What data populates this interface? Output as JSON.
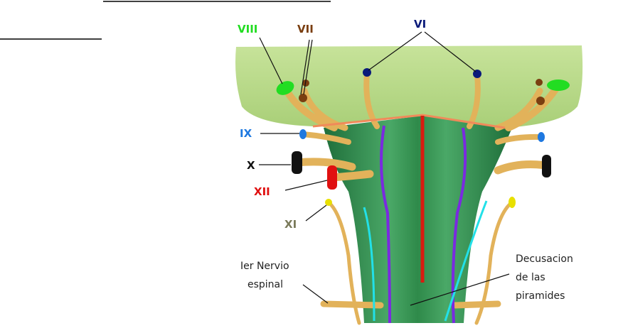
{
  "title": "Nervios craneales del tronco encefálico (vista ventral)",
  "labels": {
    "viii": "VIII",
    "vii": "VII",
    "vi": "VI",
    "ix": "IX",
    "x": "X",
    "xii": "XII",
    "xi": "XI",
    "spinal_line1": "Ier Nervio",
    "spinal_line2": "espinal",
    "decus_line1": "Decusacion",
    "decus_line2": "de las",
    "decus_line3": "piramides"
  },
  "colors": {
    "viii": "#22dd22",
    "vii": "#7a3e10",
    "vi": "#0a1a7a",
    "ix": "#1e78e0",
    "x": "#111111",
    "xii": "#e01010",
    "xi": "#e8e000",
    "xi_label": "#7a7a5a",
    "midline": "#d81c10",
    "pyramid": "#7a2ae0",
    "olive": "#22e0e8",
    "pons": "#b9d98a",
    "medulla": "#2f8f4a",
    "nerve": "#e2b25a"
  }
}
